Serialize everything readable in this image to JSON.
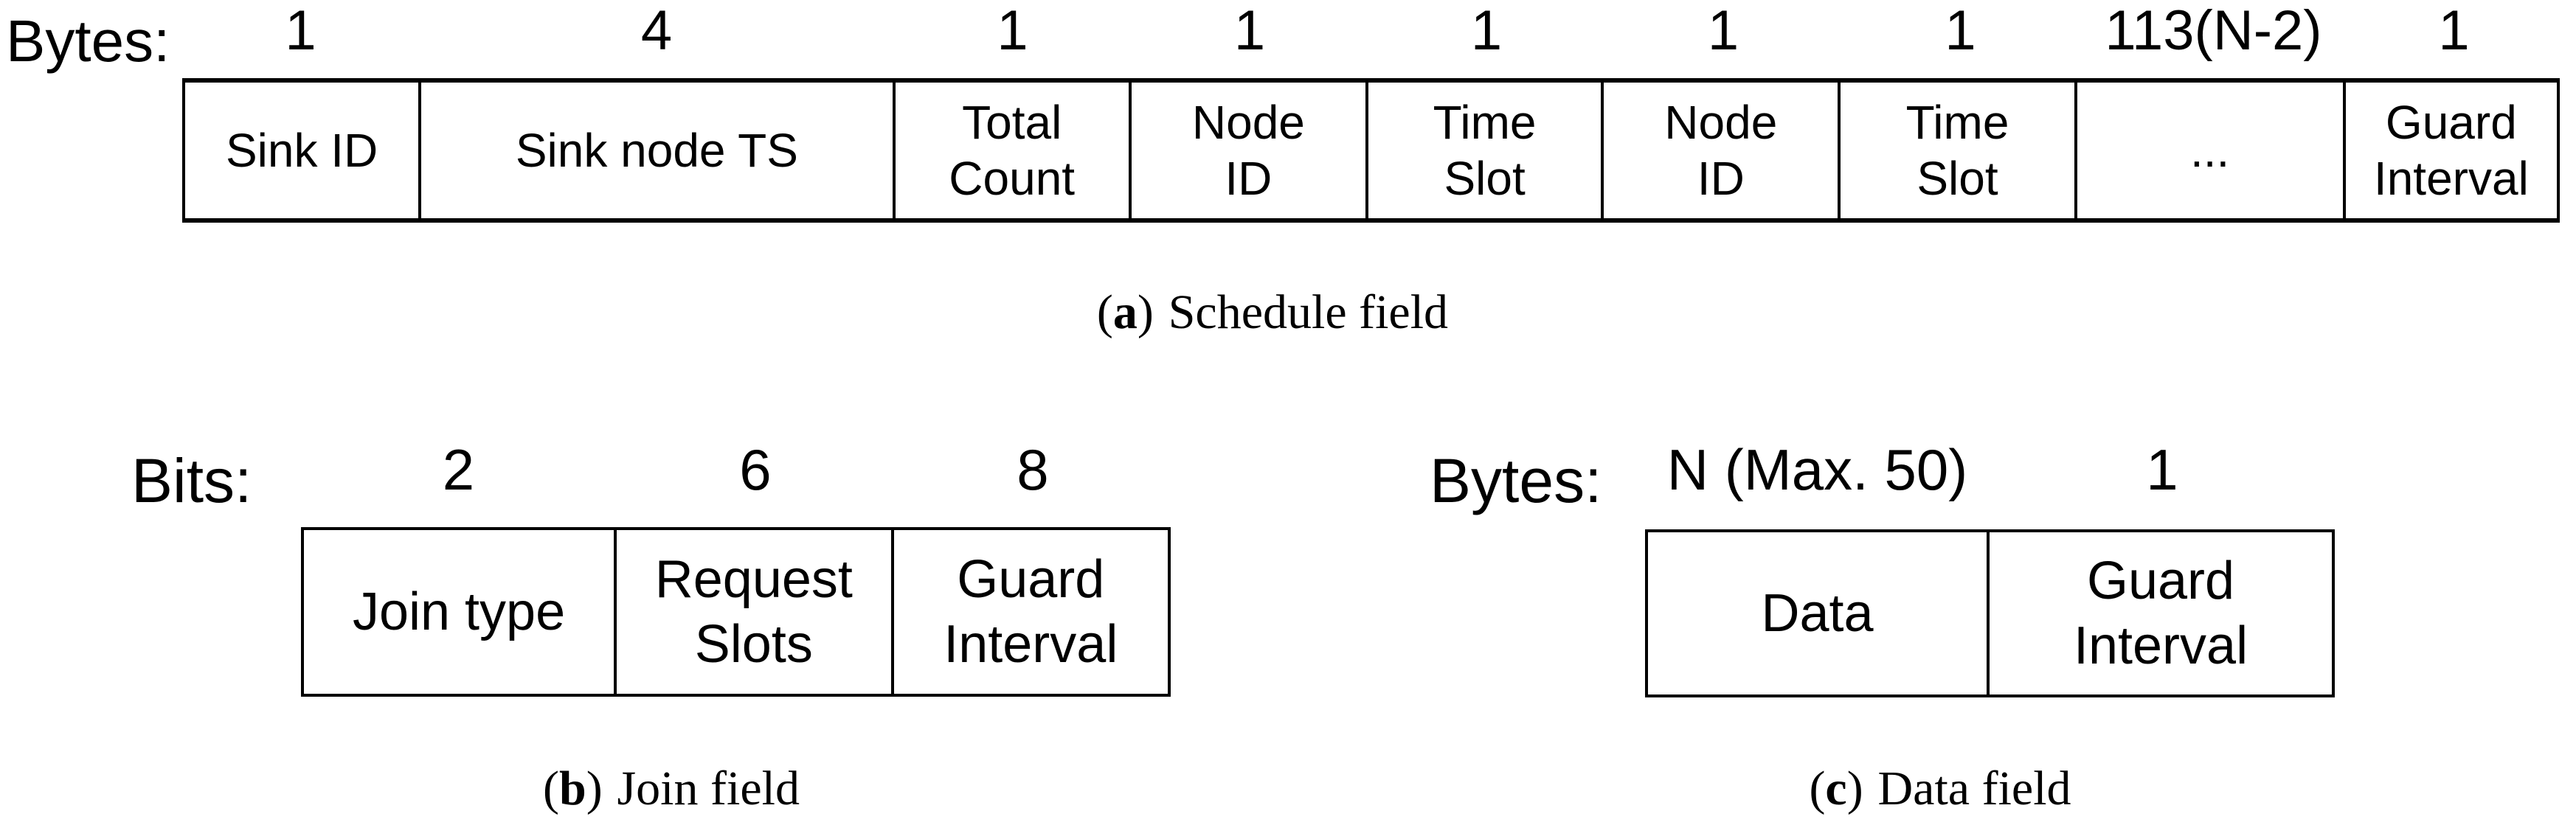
{
  "colors": {
    "background": "#ffffff",
    "ink": "#000000"
  },
  "panel_a": {
    "unit_label": "Bytes:",
    "sizes": [
      "1",
      "4",
      "1",
      "1",
      "1",
      "1",
      "1",
      "113(N-2)",
      "1"
    ],
    "cells": [
      {
        "line1": "Sink ID",
        "line2": ""
      },
      {
        "line1": "Sink node TS",
        "line2": ""
      },
      {
        "line1": "Total",
        "line2": "Count"
      },
      {
        "line1": "Node",
        "line2": "ID"
      },
      {
        "line1": "Time",
        "line2": "Slot"
      },
      {
        "line1": "Node",
        "line2": "ID"
      },
      {
        "line1": "Time",
        "line2": "Slot"
      },
      {
        "line1": "...",
        "line2": ""
      },
      {
        "line1": "Guard",
        "line2": "Interval"
      }
    ],
    "caption": {
      "open": "(",
      "letter": "a",
      "close": ")",
      "label": "Schedule field"
    }
  },
  "panel_b": {
    "unit_label": "Bits:",
    "sizes": [
      "2",
      "6",
      "8"
    ],
    "cells": [
      {
        "line1": "Join type",
        "line2": ""
      },
      {
        "line1": "Request",
        "line2": "Slots"
      },
      {
        "line1": "Guard",
        "line2": "Interval"
      }
    ],
    "caption": {
      "open": "(",
      "letter": "b",
      "close": ")",
      "label": "Join field"
    }
  },
  "panel_c": {
    "unit_label": "Bytes:",
    "sizes": [
      "N (Max. 50)",
      "1"
    ],
    "cells": [
      {
        "line1": "Data",
        "line2": ""
      },
      {
        "line1": "Guard",
        "line2": "Interval"
      }
    ],
    "caption": {
      "open": "(",
      "letter": "c",
      "close": ")",
      "label": "Data field"
    }
  }
}
